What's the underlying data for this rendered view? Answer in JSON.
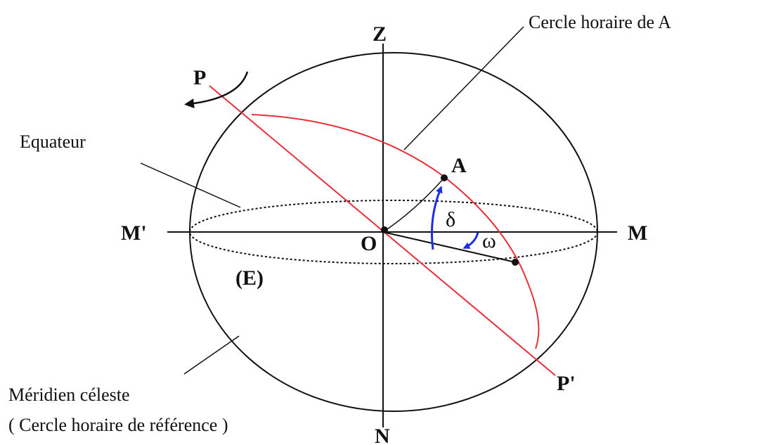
{
  "labels": {
    "z": "Z",
    "n": "N",
    "p": "P",
    "p_prime": "P'",
    "m": "M",
    "m_prime": "M'",
    "o": "O",
    "a": "A",
    "delta": "δ",
    "omega": "ω",
    "e": "(E)",
    "equateur": "Equateur",
    "cercle_horaire_a": "Cercle horaire de A",
    "meridien_line1": "Méridien céleste",
    "meridien_line2": "( Cercle horaire de référence )"
  },
  "colors": {
    "red": "#e8303a",
    "blue": "#1a2ee6",
    "ink": "#111111"
  }
}
